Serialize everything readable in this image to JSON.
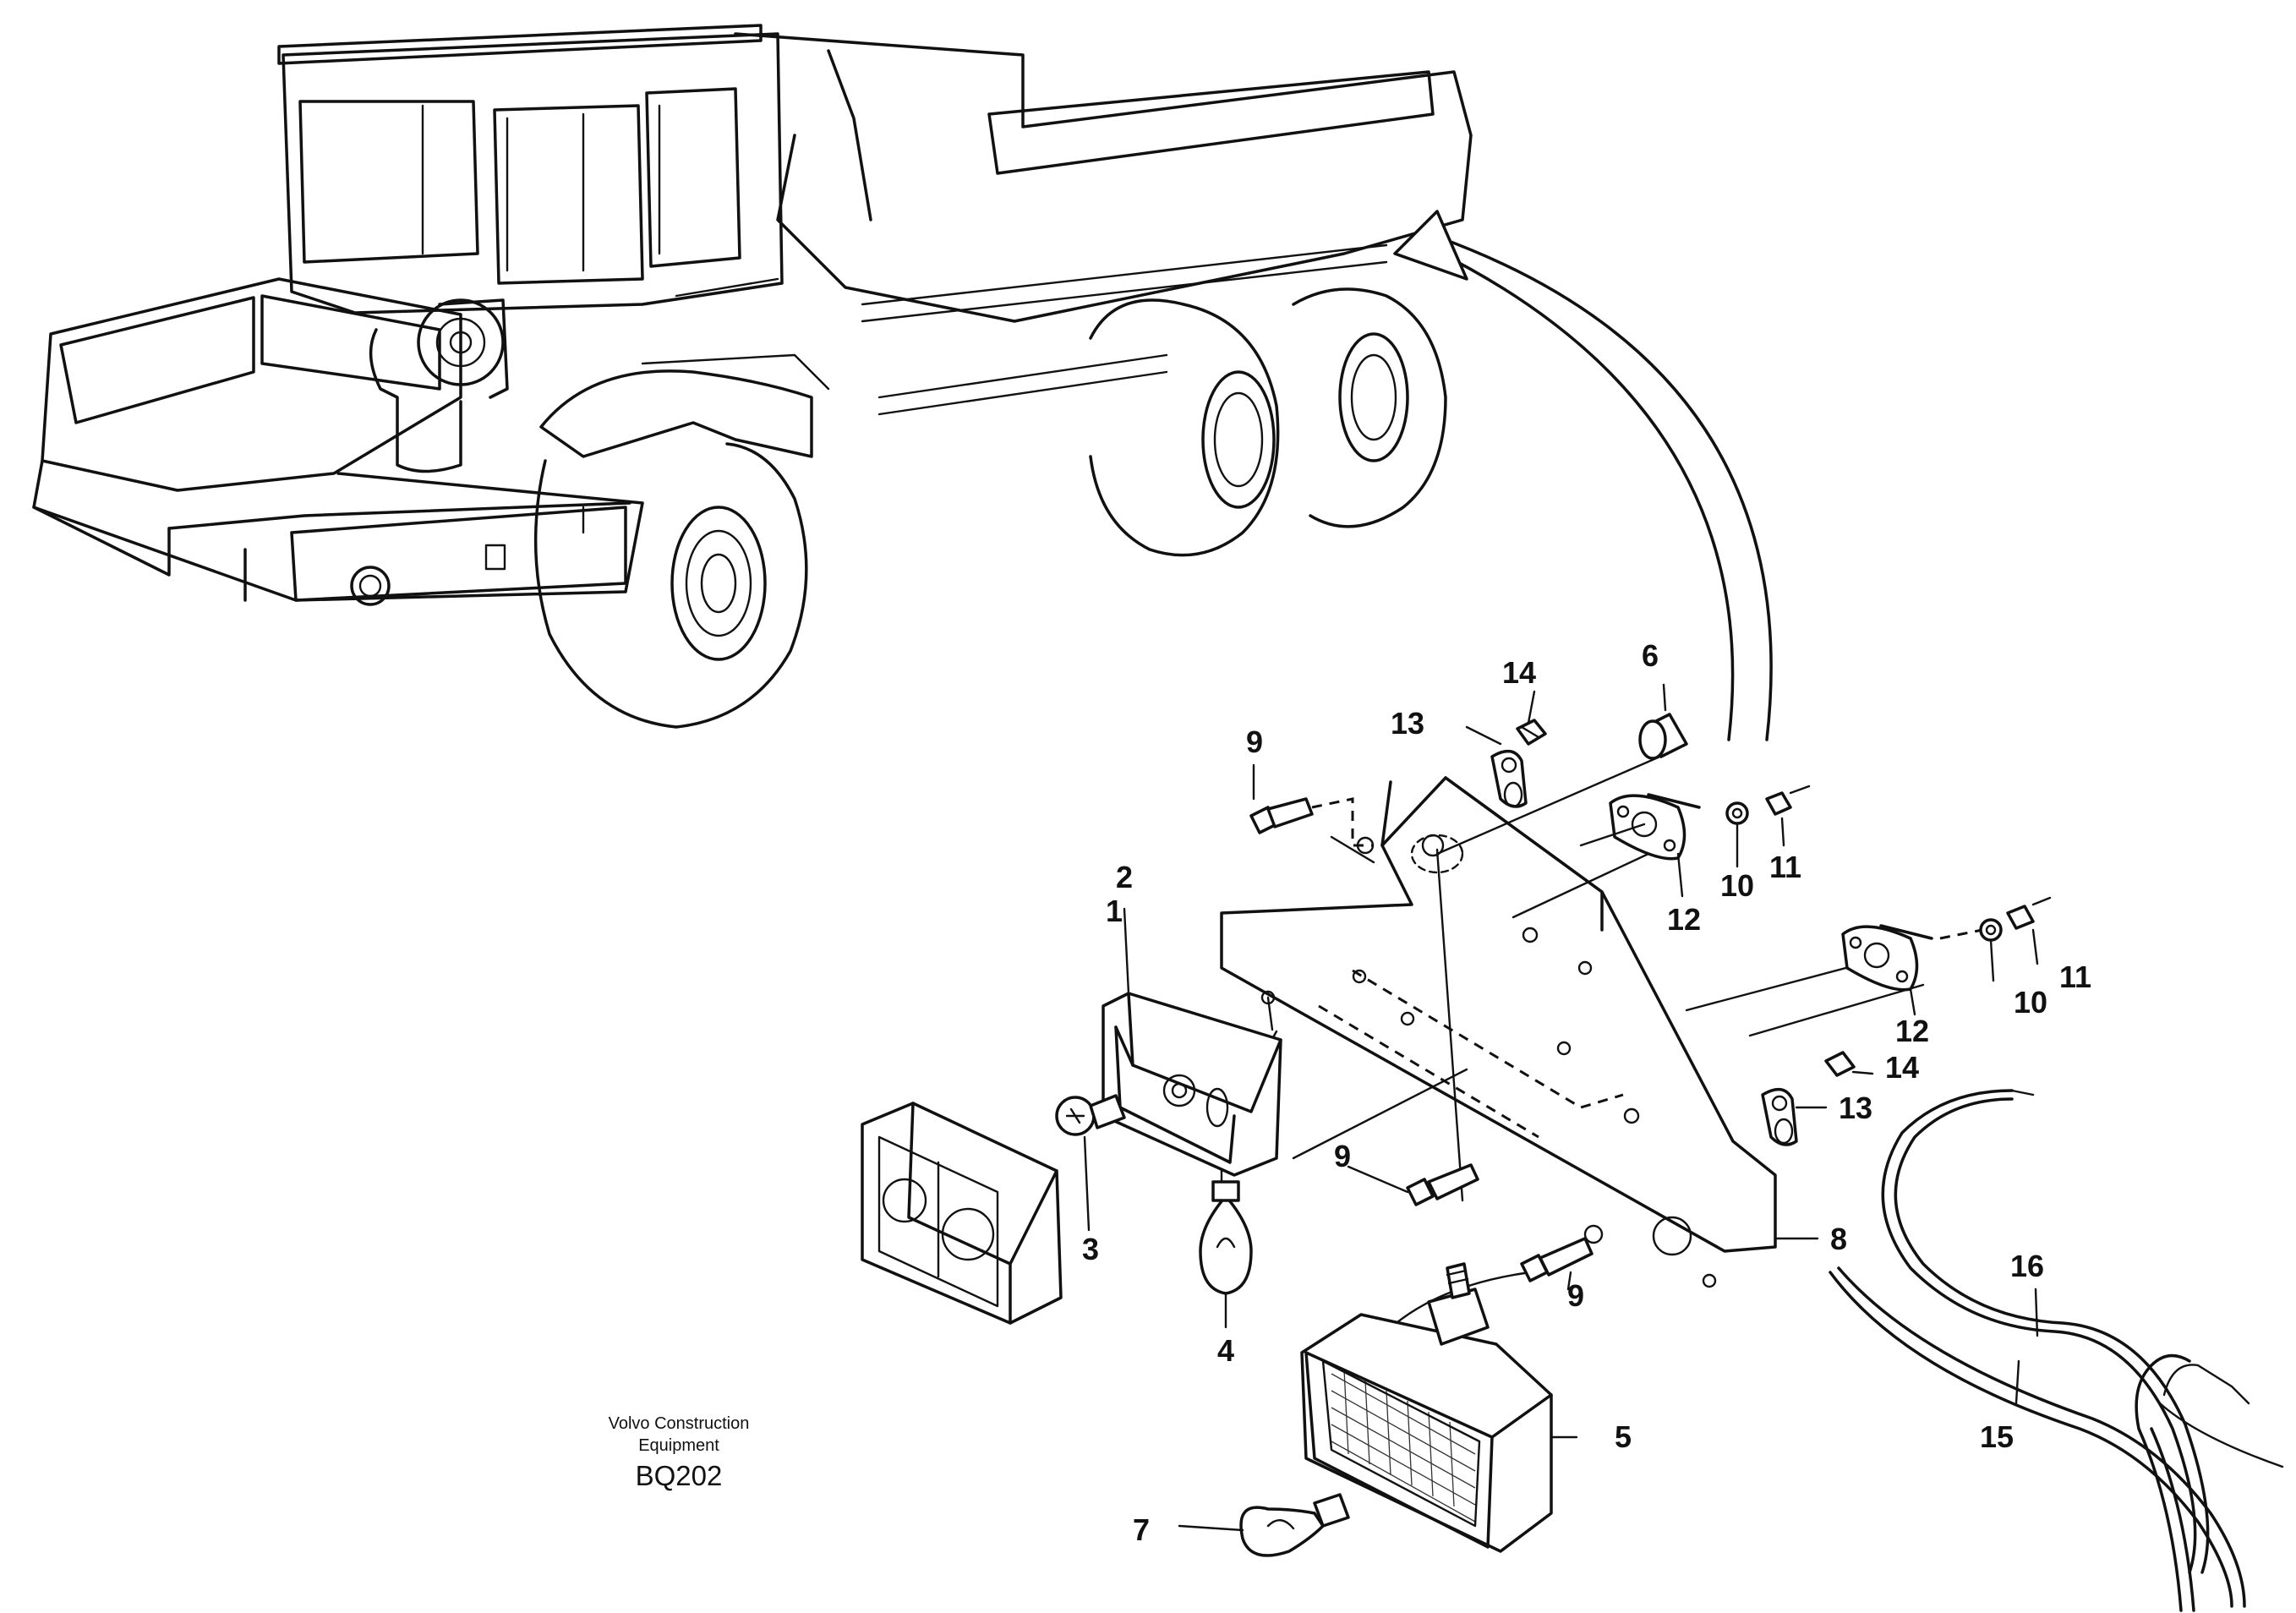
{
  "caption": {
    "line1": "Volvo Construction",
    "line2": "Equipment",
    "code": "BQ202"
  },
  "callouts": {
    "c1": "1",
    "c2": "2",
    "c3": "3",
    "c4": "4",
    "c5": "5",
    "c6": "6",
    "c7": "7",
    "c8": "8",
    "c9": "9",
    "c10": "10",
    "c11": "11",
    "c12": "12",
    "c13": "13",
    "c14": "14",
    "c15": "15",
    "c16": "16"
  }
}
